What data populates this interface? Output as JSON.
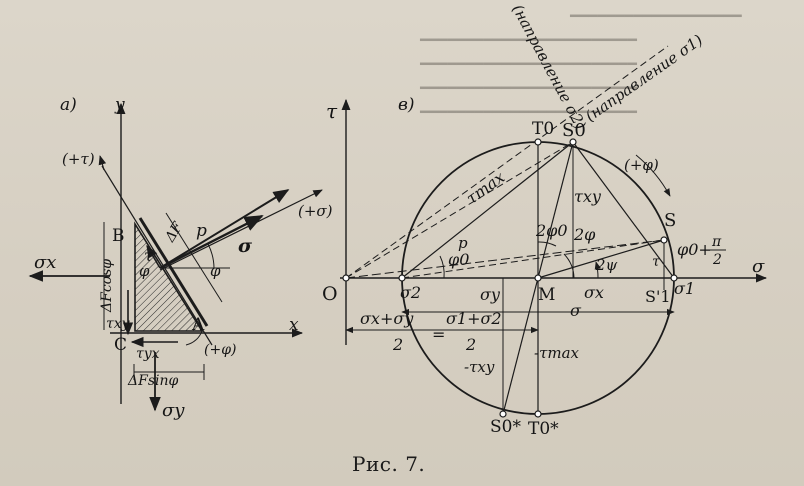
{
  "caption": "Рис. 7.",
  "left_panel": {
    "tag": "а)",
    "axis_x": "x",
    "axis_y": "y",
    "plus_tau": "(+τ)",
    "plus_sigma": "(+σ)",
    "plus_phi": "(+φ)",
    "B": "B",
    "A": "A",
    "C": "C",
    "sigma_x": "σx",
    "sigma_y": "σy",
    "tau_xy": "τxy",
    "tau_yx": "τyx",
    "delta_F": "ΔF",
    "p": "p",
    "tau": "τ",
    "sigma": "σ",
    "phi": "φ",
    "dF_cos": "ΔFcosφ",
    "dF_sin": "ΔFsinφ"
  },
  "right_panel": {
    "tag": "в)",
    "axis_tau": "τ",
    "axis_sigma": "σ",
    "O": "O",
    "M": "M",
    "T0": "T0",
    "T0s": "T0*",
    "S0": "S0",
    "S0s": "S0*",
    "S": "S",
    "S1p": "S'1",
    "sigma1": "σ1",
    "sigma2": "σ2",
    "sigma_x": "σx",
    "sigma_y": "σy",
    "sigma": "σ",
    "tau": "τ",
    "p": "p",
    "tau_max": "τmax",
    "neg_tau_max": "-τmax",
    "tau_xy": "τxy",
    "neg_tau_xy": "-τxy",
    "phi0": "φ0",
    "two_phi0": "2φ0",
    "two_phi": "2φ",
    "two_psi": "2ψ",
    "plus_phi": "(+φ)",
    "phi0_plus": "φ0+",
    "pi": "π",
    "two": "2",
    "dir_sigma1": "(направление σ1)",
    "dir_sigma2": "(направление σ2)",
    "mean_left": "σx+σy",
    "mean_right": "σ1+σ2",
    "mean_den": "2",
    "equals": "="
  }
}
